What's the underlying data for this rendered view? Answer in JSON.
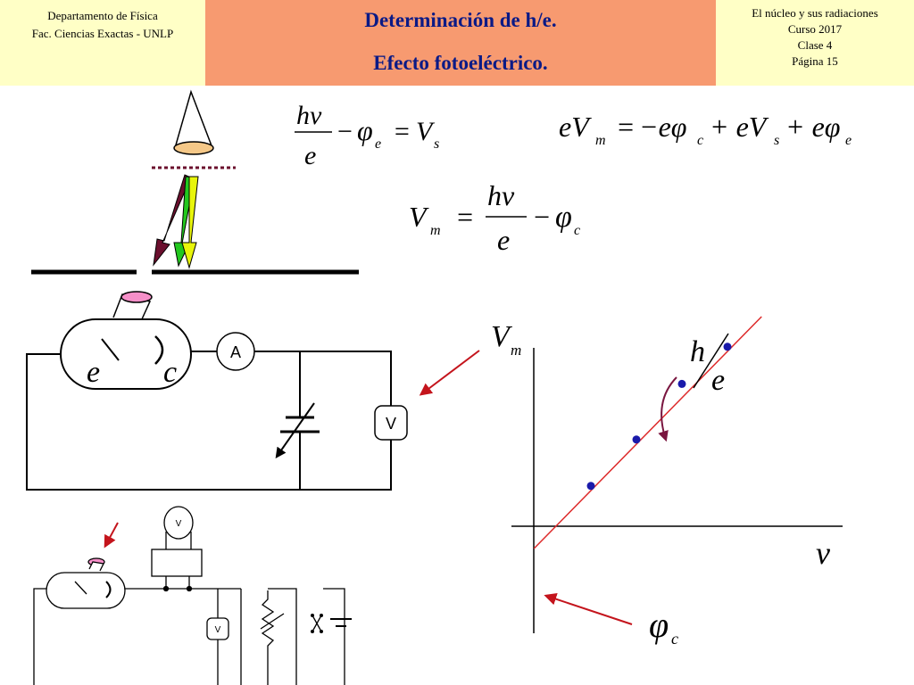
{
  "header": {
    "left": {
      "line1": "Departamento de Física",
      "line2": "Fac. Ciencias Exactas - UNLP"
    },
    "center": {
      "line1": "Determinación de h/e.",
      "line2": "Efecto fotoeléctrico."
    },
    "right": {
      "line1": "El núcleo y sus radiaciones",
      "line2": "Curso 2017",
      "line3": "Clase 4",
      "line4": "Página 15"
    }
  },
  "equations": {
    "eq1": {
      "numerator": "hν",
      "denominator": "e",
      "minus": "−",
      "phi": "φ",
      "phi_sub": "e",
      "equals": "=",
      "rhs": "V",
      "rhs_sub": "s"
    },
    "eq2": {
      "lhs": "eV",
      "lhs_sub": "m",
      "equals": "=",
      "t1": "−eφ",
      "t1_sub": "c",
      "t2": "+ eV",
      "t2_sub": "s",
      "t3": "+ eφ",
      "t3_sub": "e"
    },
    "eq3": {
      "lhs": "V",
      "lhs_sub": "m",
      "equals": "=",
      "numerator": "hν",
      "denominator": "e",
      "minus": "−",
      "phi": "φ",
      "phi_sub": "c"
    }
  },
  "circuit": {
    "tube_left_label": "e",
    "tube_right_label": "c",
    "ammeter": "A",
    "voltmeter": "V"
  },
  "small_circuit": {
    "voltmeter_top": "V",
    "voltmeter_bottom": "V"
  },
  "graph": {
    "y_axis_label": "V",
    "y_axis_sub": "m",
    "x_axis_label": "ν",
    "slope_num": "h",
    "slope_den": "e",
    "intercept_label": "φ",
    "intercept_sub": "c"
  },
  "colors": {
    "header_side_bg": "#ffffc6",
    "header_center_bg": "#f79a70",
    "title_color": "#0a1a86",
    "lamp_fill": "#f5c888",
    "arrow_maroon": "#6b0f2e",
    "arrow_green": "#22c81e",
    "arrow_yellow": "#e8f50a",
    "window_pink": "#f58fc8",
    "fit_line": "#dd2a2a",
    "point_blue": "#1a1aaa",
    "pointer_red": "#c4141c",
    "curved_arrow": "#7a1640"
  },
  "chart_data": {
    "type": "scatter",
    "x": [
      1,
      2,
      3,
      4
    ],
    "y": [
      1.1,
      2.1,
      3.3,
      4.1
    ],
    "fit_line": {
      "slope": 1,
      "intercept": 0
    },
    "xlabel": "ν",
    "ylabel": "Vm",
    "grid": false
  }
}
